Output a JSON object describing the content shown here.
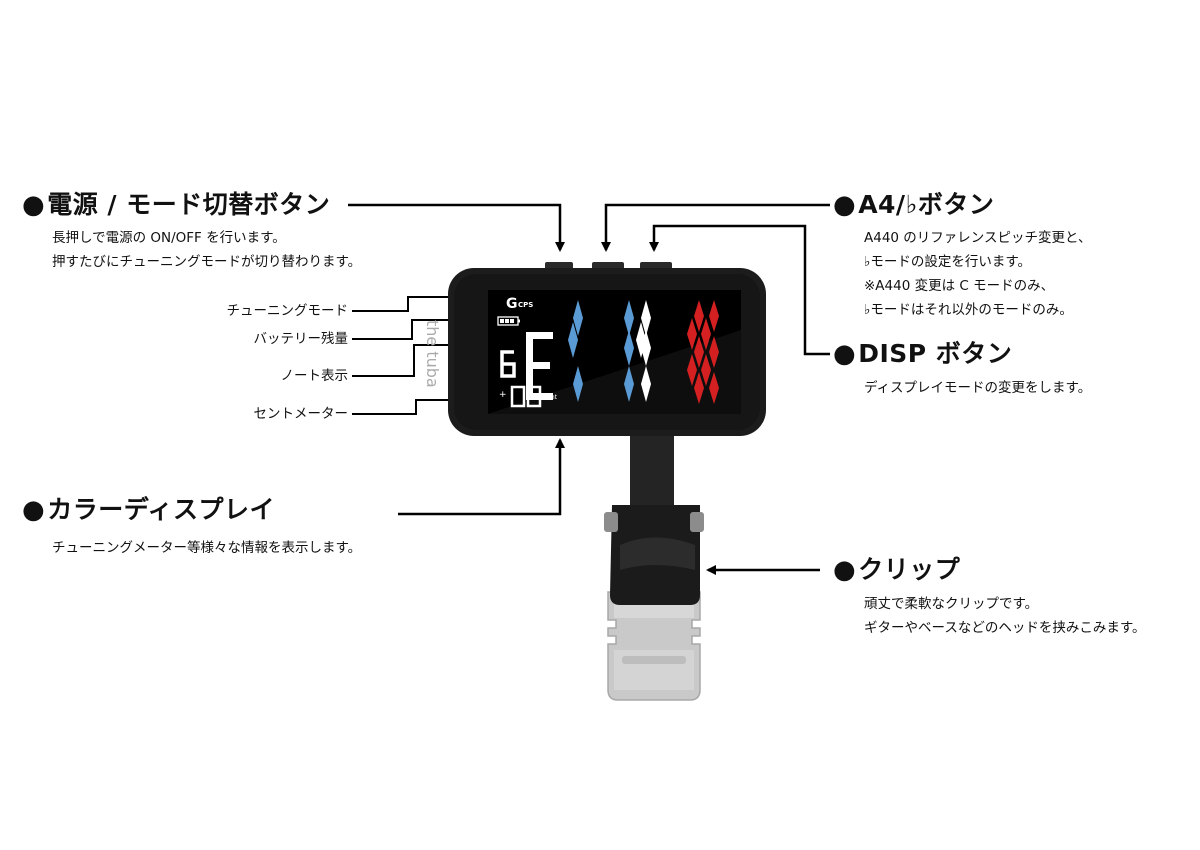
{
  "callouts": {
    "power_mode": {
      "bullet": "●",
      "title": "電源 / モード切替ボタン",
      "lines": [
        "長押しで電源の ON/OFF を行います。",
        "押すたびにチューニングモードが切り替わります。"
      ]
    },
    "a4_flat": {
      "bullet": "●",
      "title": "A4/♭ボタン",
      "lines": [
        "A440 のリファレンスピッチ変更と、",
        "♭モードの設定を行います。",
        "※A440 変更は C モードのみ、",
        "♭モードはそれ以外のモードのみ。"
      ]
    },
    "disp": {
      "bullet": "●",
      "title": "DISP ボタン",
      "lines": [
        "ディスプレイモードの変更をします。"
      ]
    },
    "color_display": {
      "bullet": "●",
      "title": "カラーディスプレイ",
      "lines": [
        "チューニングメーター等様々な情報を表示します。"
      ]
    },
    "clip": {
      "bullet": "●",
      "title": "クリップ",
      "lines": [
        "頑丈で柔軟なクリップです。",
        "ギターやベースなどのヘッドを挟みこみます。"
      ]
    }
  },
  "screen_labels": [
    "チューニングモード",
    "バッテリー残量",
    "ノート表示",
    "セントメーター"
  ],
  "display": {
    "mode_letter": "G",
    "mode_suffix": "CPS",
    "octave": "6",
    "note": "E",
    "cent_sign": "+",
    "cent_value": "00",
    "cent_unit": "Cent",
    "brand": "the tuba"
  },
  "colors": {
    "blue": "#5b9bd5",
    "red": "#d42020",
    "white": "#ffffff",
    "body": "#1c1c1c"
  }
}
